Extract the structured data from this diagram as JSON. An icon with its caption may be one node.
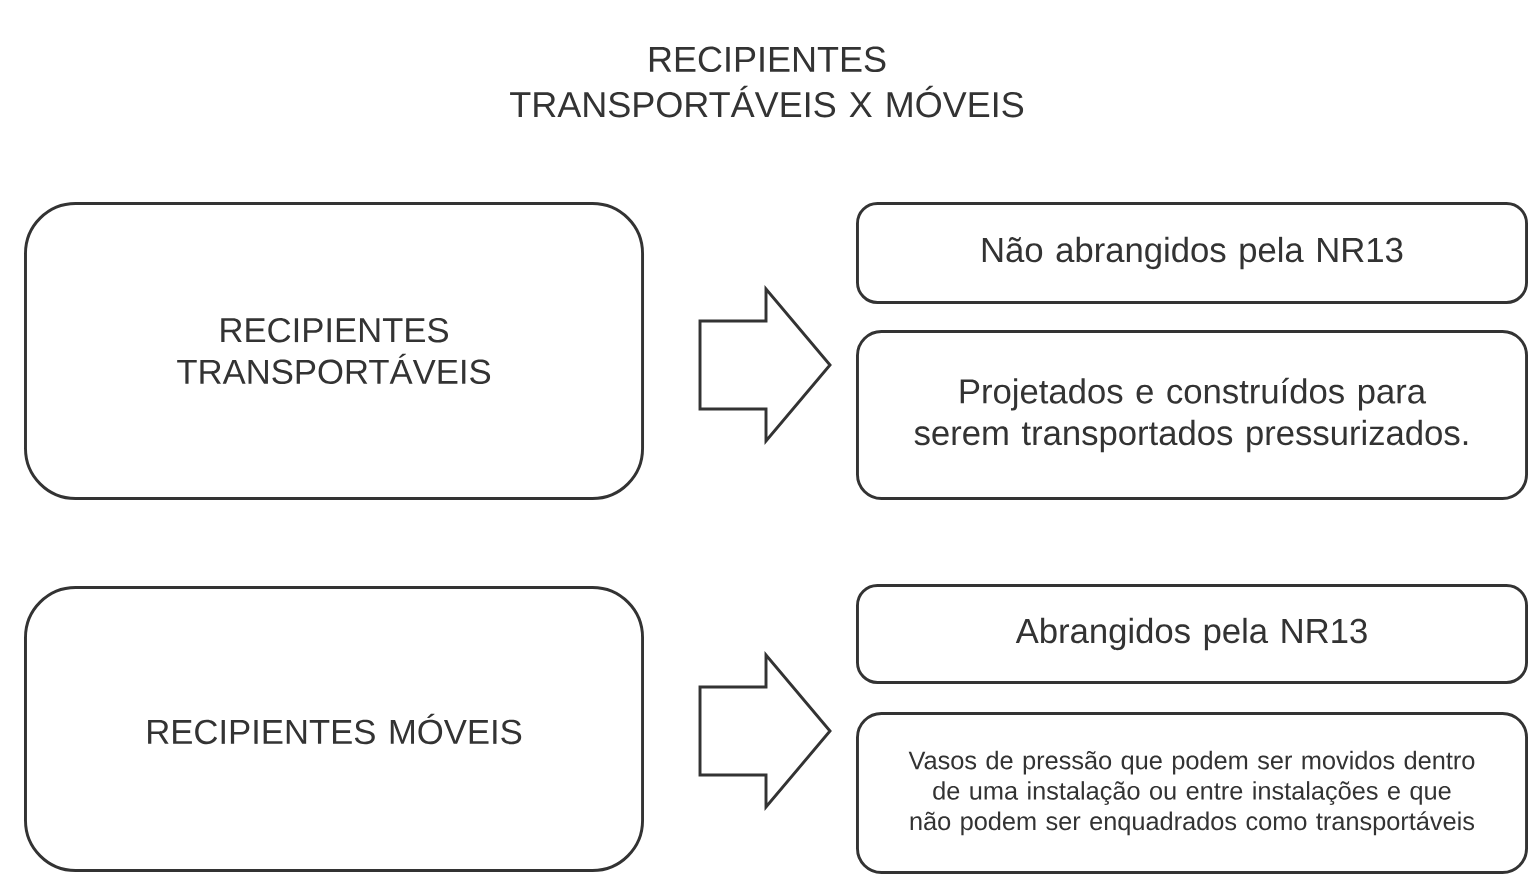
{
  "diagram": {
    "title": "RECIPIENTES TRANSPORTÁVEIS X MÓVEIS",
    "nodes": [
      {
        "text": [
          "RECIPIENTES TRANSPORTÁVEIS"
        ]
      },
      {
        "text": [
          "Não abrangidos pela NR13"
        ]
      },
      {
        "text": [
          "Projetados e construídos para serem transportados pressurizados."
        ]
      },
      {
        "text": [
          "RECIPIENTES MÓVEIS"
        ]
      },
      {
        "text": [
          "Abrangidos pela NR13"
        ]
      },
      {
        "text": [
          "Vasos de pressão que podem ser movidos dentro de uma instalação ou entre instalações e que não podem ser enquadrados como transportáveis"
        ]
      }
    ],
    "edges": [
      {
        "from": 0,
        "to": 1,
        "arrow": "to"
      },
      {
        "from": 0,
        "to": 2,
        "arrow": "to"
      },
      {
        "from": 3,
        "to": 4,
        "arrow": "to"
      },
      {
        "from": 3,
        "to": 5,
        "arrow": "to"
      }
    ]
  }
}
